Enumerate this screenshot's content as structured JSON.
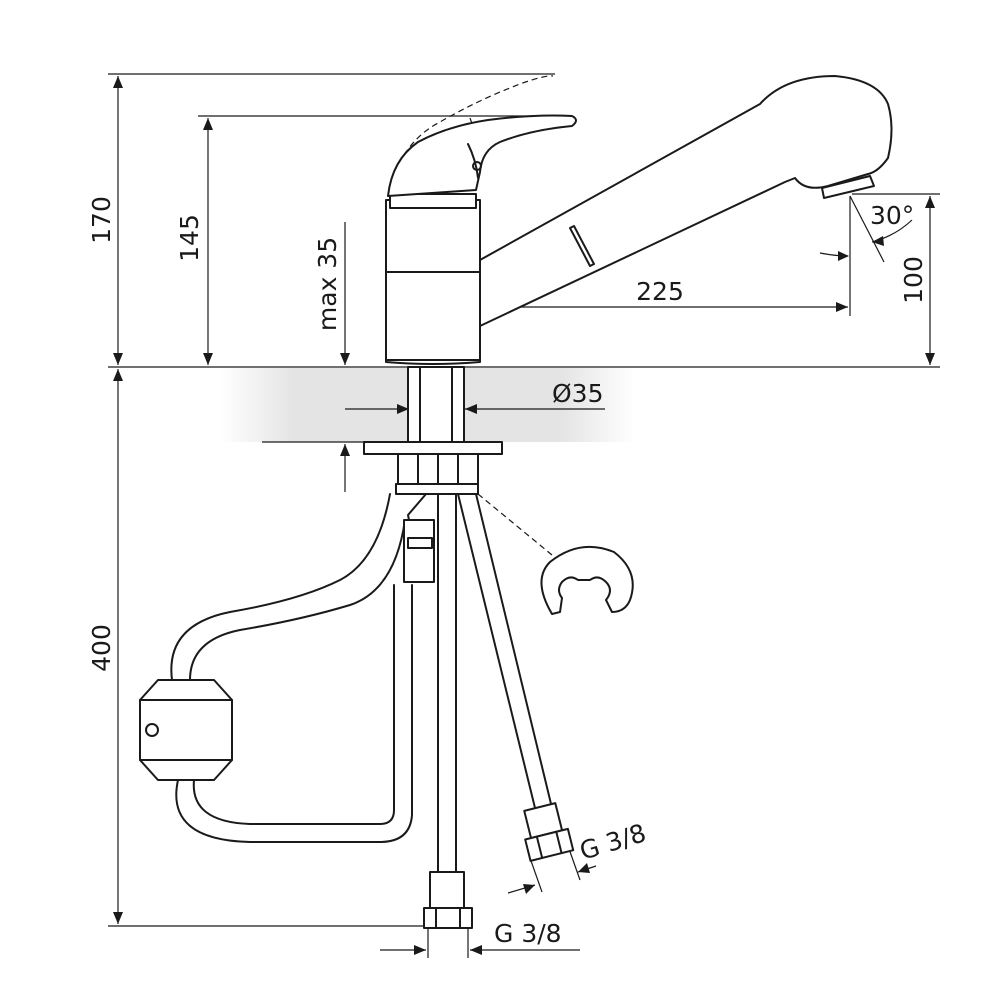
{
  "dimensions": {
    "total_height": "170",
    "lever_height": "145",
    "max_thickness": "max 35",
    "spout_reach": "225",
    "spray_angle": "30°",
    "spout_height": "100",
    "hole_diameter": "Ø35",
    "hose_length": "400",
    "thread_right": "G 3/8",
    "thread_bottom": "G 3/8"
  }
}
